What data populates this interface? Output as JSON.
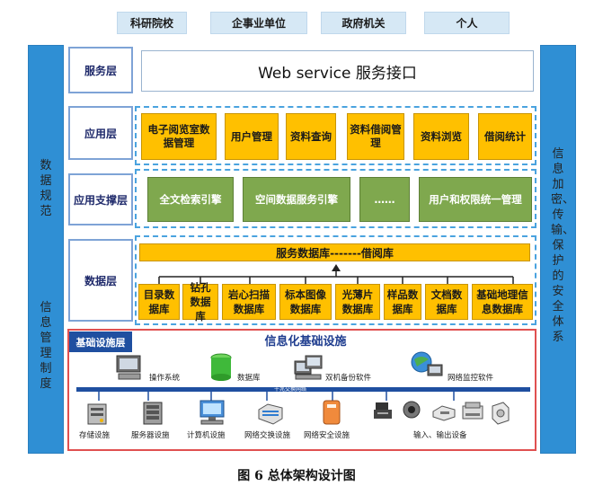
{
  "users": [
    "科研院校",
    "企事业单位",
    "政府机关",
    "个人"
  ],
  "left_bar": {
    "part1": "数据规范",
    "part2": "信息管理制度"
  },
  "right_bar": {
    "text": "信息加密、传输、保护的安全体系"
  },
  "layers": {
    "service": {
      "label": "服务层",
      "content": "Web service 服务接口"
    },
    "application": {
      "label": "应用层",
      "modules": [
        "电子阅览室数据管理",
        "用户管理",
        "资料查询",
        "资料借阅管理",
        "资料浏览",
        "借阅统计"
      ]
    },
    "support": {
      "label": "应用支撑层",
      "modules": [
        "全文检索引擎",
        "空间数据服务引擎",
        "……",
        "用户和权限统一管理"
      ]
    },
    "data": {
      "label": "数据层",
      "service_db": "服务数据库-------借阅库",
      "databases": [
        "目录数据库",
        "钻孔数据库",
        "岩心扫描数据库",
        "标本图像数据库",
        "光薄片数据库",
        "样品数据库",
        "文档数据库",
        "基础地理信息数据库"
      ]
    },
    "infrastructure": {
      "label": "基础设施层",
      "title": "信息化基础设施",
      "software": [
        "操作系统",
        "数据库",
        "双机备份软件",
        "网络监控软件"
      ],
      "network_label": "千兆交换网络",
      "hardware": [
        "存储设施",
        "服务器设施",
        "计算机设施",
        "网络交换设施",
        "网络安全设施",
        "输入、输出设备"
      ]
    }
  },
  "caption": "图 6    总体架构设计图"
}
